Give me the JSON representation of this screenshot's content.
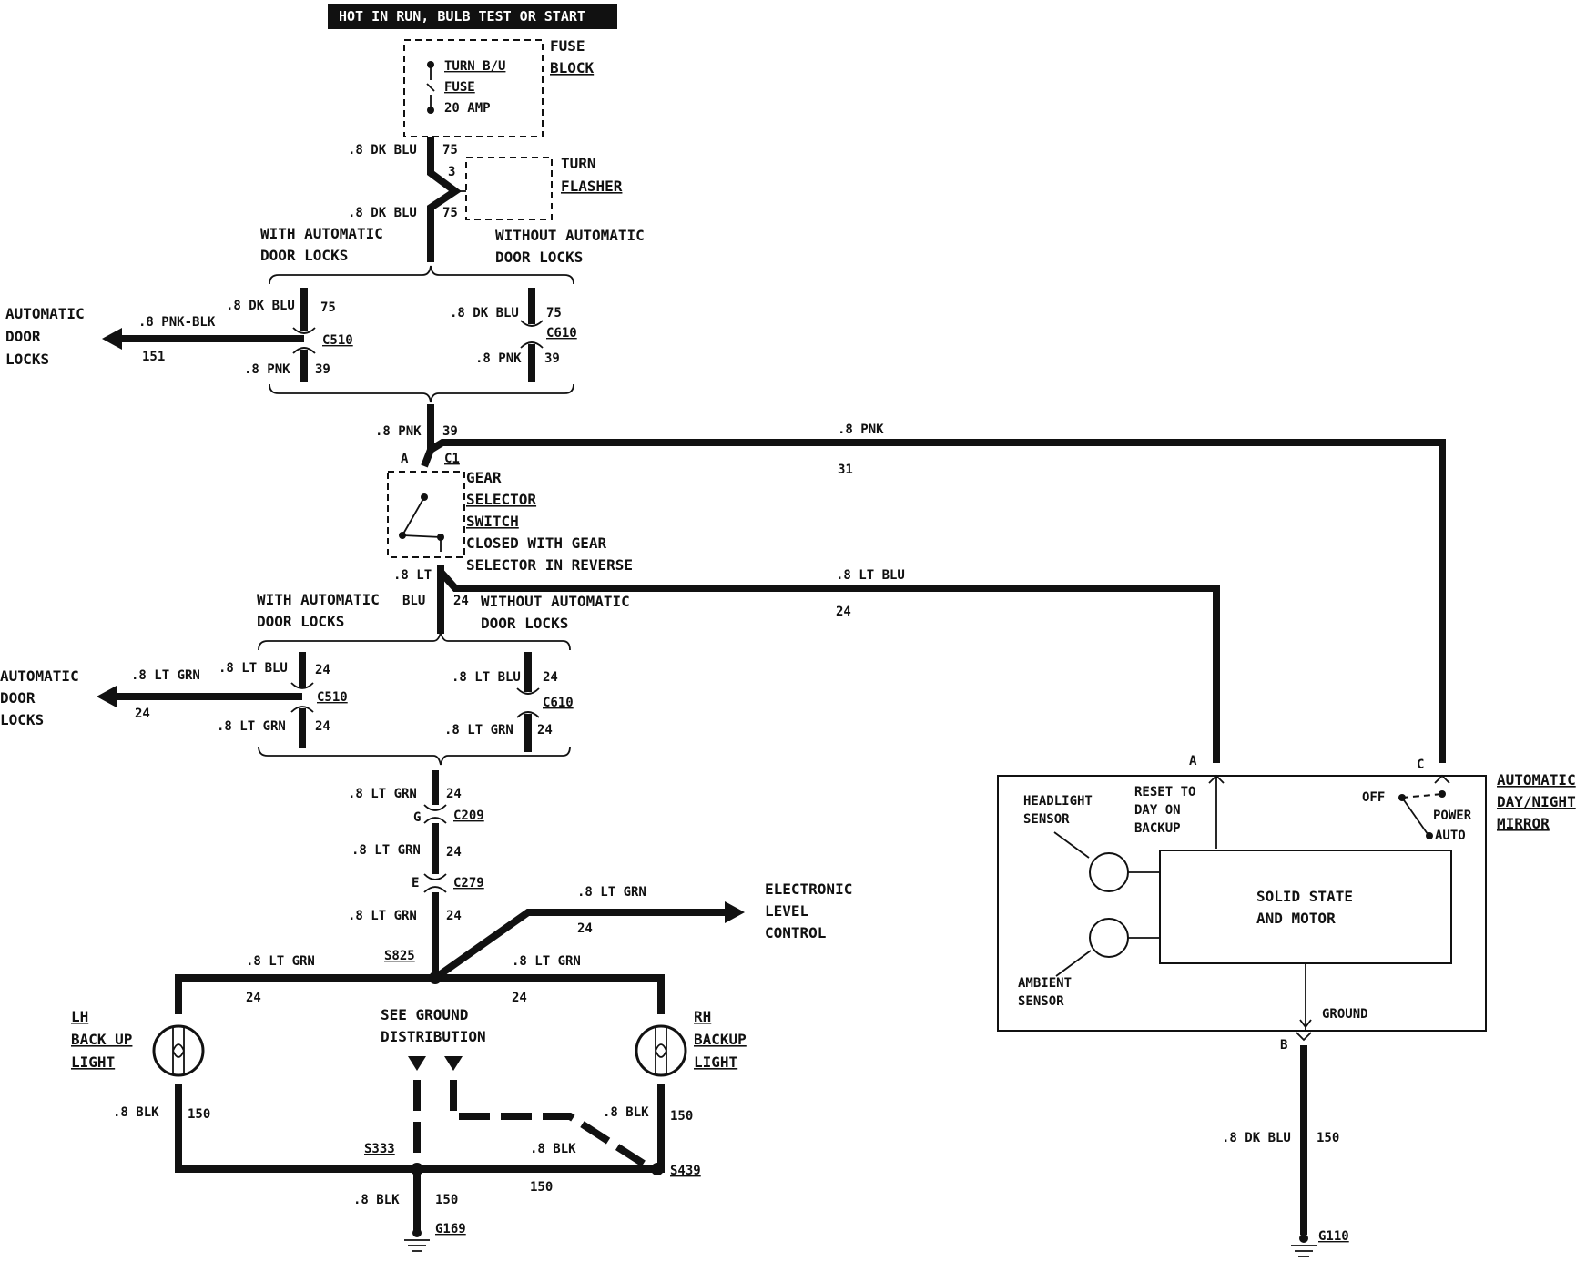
{
  "header": {
    "hot_label": "HOT IN RUN, BULB TEST OR START"
  },
  "fuse_block": {
    "title_1": "FUSE",
    "title_2": "BLOCK",
    "fuse_line1": "TURN B/U",
    "fuse_line2": "FUSE",
    "fuse_rating": "20 AMP"
  },
  "turn_flasher": {
    "line1": "TURN",
    "line2": "FLASHER",
    "pin": "3"
  },
  "wires_top": {
    "w1_label": ".8 DK BLU",
    "w1_num": "75",
    "w2_label": ".8 DK BLU",
    "w2_num": "75"
  },
  "options_1": {
    "with": [
      "WITH AUTOMATIC",
      "DOOR LOCKS"
    ],
    "without": [
      "WITHOUT AUTOMATIC",
      "DOOR LOCKS"
    ]
  },
  "conn_c510_a": {
    "name": "C510",
    "top_label": ".8 DK BLU",
    "top_num": "75",
    "bot_label": ".8 PNK",
    "bot_num": "39",
    "branch_label": ".8 PNK-BLK",
    "branch_num": "151"
  },
  "conn_c610_a": {
    "name": "C610",
    "top_label": ".8 DK BLU",
    "top_num": "75",
    "bot_label": ".8 PNK",
    "bot_num": "39"
  },
  "auto_door_locks_1": [
    "AUTOMATIC",
    "DOOR",
    "LOCKS"
  ],
  "mid_wire": {
    "label": ".8 PNK",
    "num": "39",
    "pin_a": "A",
    "pin_c1": "C1"
  },
  "pnk_run": {
    "label": ".8 PNK",
    "num": "31"
  },
  "gear_switch": {
    "line1": "GEAR",
    "line2": "SELECTOR",
    "line3": "SWITCH",
    "note1": "CLOSED WITH GEAR",
    "note2": "SELECTOR IN REVERSE"
  },
  "lt_blu_out": {
    "label_a": ".8 LT",
    "label_b": "BLU",
    "num": "24",
    "run_label": ".8 LT BLU",
    "run_num": "24"
  },
  "options_2": {
    "with": [
      "WITH AUTOMATIC",
      "DOOR LOCKS"
    ],
    "without": [
      "WITHOUT AUTOMATIC",
      "DOOR LOCKS"
    ]
  },
  "conn_c510_b": {
    "name": "C510",
    "top_label": ".8 LT BLU",
    "top_num": "24",
    "bot_label": ".8 LT GRN",
    "bot_num": "24",
    "branch_label": ".8 LT GRN",
    "branch_num": "24"
  },
  "conn_c610_b": {
    "name": "C610",
    "top_label": ".8 LT BLU",
    "top_num": "24",
    "bot_label": ".8 LT GRN",
    "bot_num": "24"
  },
  "auto_door_locks_2": [
    "AUTOMATIC",
    "DOOR",
    "LOCKS"
  ],
  "lower_chain": {
    "w1_label": ".8 LT GRN",
    "w1_num": "24",
    "c209_pin": "G",
    "c209": "C209",
    "w2_label": ".8 LT GRN",
    "w2_num": "24",
    "c279_pin": "E",
    "c279": "C279",
    "w3_label": ".8 LT GRN",
    "w3_num": "24",
    "splice": "S825"
  },
  "elc": {
    "wire_label": ".8 LT GRN",
    "wire_num": "24",
    "name": [
      "ELECTRONIC",
      "LEVEL",
      "CONTROL"
    ]
  },
  "lamp_bus": {
    "left_label": ".8 LT GRN",
    "left_num": "24",
    "right_label": ".8 LT GRN",
    "right_num": "24"
  },
  "lh_lamp": [
    "LH",
    "BACK UP",
    "LIGHT"
  ],
  "rh_lamp": [
    "RH",
    "BACKUP",
    "LIGHT"
  ],
  "ground_note": [
    "SEE GROUND",
    "DISTRIBUTION"
  ],
  "ground_wires": {
    "lh_label": ".8 BLK",
    "lh_num": "150",
    "rh_label": ".8 BLK",
    "rh_num": "150",
    "s333": "S333",
    "s439": "S439",
    "dash_label": ".8 BLK",
    "bus_num": "150",
    "drop_label": ".8 BLK",
    "drop_num": "150",
    "g169": "G169"
  },
  "mirror": {
    "name": [
      "AUTOMATIC",
      "DAY/NIGHT",
      "MIRROR"
    ],
    "pin_a": "A",
    "pin_c": "C",
    "pin_b": "B",
    "headlight_sensor": [
      "HEADLIGHT",
      "SENSOR"
    ],
    "ambient_sensor": [
      "AMBIENT",
      "SENSOR"
    ],
    "reset_note": [
      "RESET TO",
      "DAY ON",
      "BACKUP"
    ],
    "switch_off": "OFF",
    "switch_power": "POWER",
    "switch_auto": "AUTO",
    "core": [
      "SOLID STATE",
      "AND MOTOR"
    ],
    "ground_label": "GROUND"
  },
  "mirror_ground": {
    "label": ".8 DK BLU",
    "num": "150",
    "g110": "G110"
  }
}
